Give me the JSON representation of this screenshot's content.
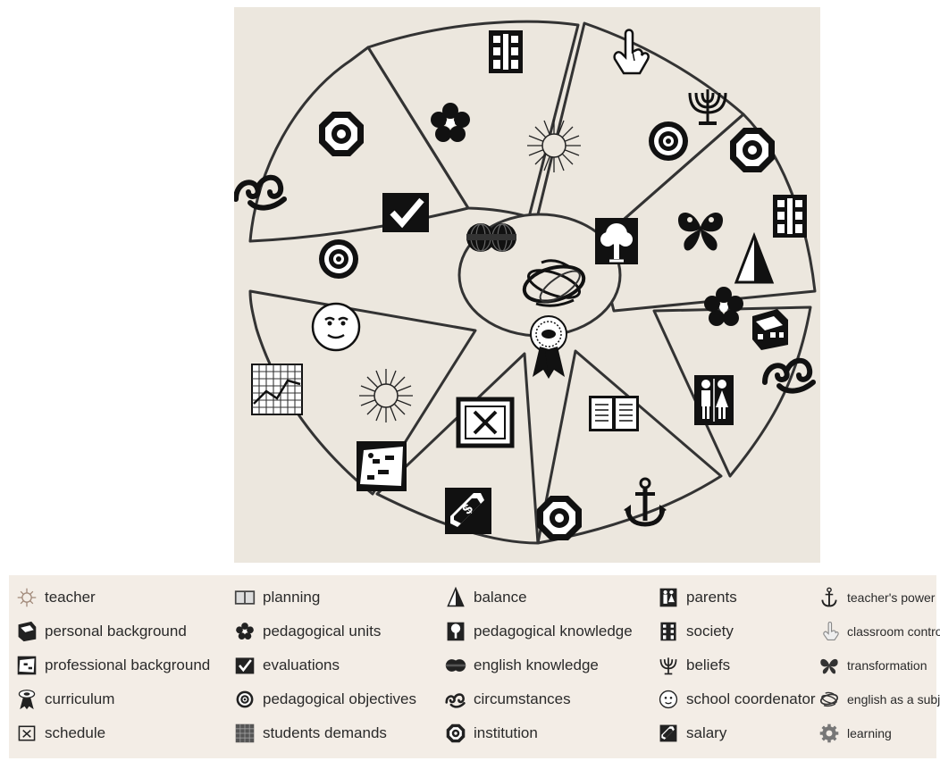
{
  "legend": {
    "columns": [
      [
        {
          "icon": "sun-icon",
          "label": "teacher"
        },
        {
          "icon": "suitcase-icon",
          "label": "personal background"
        },
        {
          "icon": "card-collage-icon",
          "label": "professional background"
        },
        {
          "icon": "rosette-icon",
          "label": "curriculum"
        },
        {
          "icon": "x-box-icon",
          "label": "schedule"
        }
      ],
      [
        {
          "icon": "open-book-icon",
          "label": "planning"
        },
        {
          "icon": "flower-icon",
          "label": "pedagogical units"
        },
        {
          "icon": "checkbox-icon",
          "label": "evaluations"
        },
        {
          "icon": "target-icon",
          "label": "pedagogical objectives"
        },
        {
          "icon": "grid-chart-icon",
          "label": "students demands"
        }
      ],
      [
        {
          "icon": "triangle-icon",
          "label": "balance"
        },
        {
          "icon": "tree-icon",
          "label": "pedagogical knowledge"
        },
        {
          "icon": "double-sphere-icon",
          "label": "english knowledge"
        },
        {
          "icon": "swirl-icon",
          "label": "circumstances"
        },
        {
          "icon": "octagon-target-icon",
          "label": "institution"
        }
      ],
      [
        {
          "icon": "people-icon",
          "label": "parents"
        },
        {
          "icon": "building-icon",
          "label": "society"
        },
        {
          "icon": "candelabra-icon",
          "label": "beliefs"
        },
        {
          "icon": "moon-face-icon",
          "label": "school coordenator"
        },
        {
          "icon": "price-tag-icon",
          "label": "salary"
        }
      ],
      [
        {
          "icon": "anchor-icon",
          "label": "teacher's power"
        },
        {
          "icon": "pointing-hand-icon",
          "label": "classroom control"
        },
        {
          "icon": "butterfly-icon",
          "label": "transformation"
        },
        {
          "icon": "ribbon-icon",
          "label": "english as a subject"
        },
        {
          "icon": "gear-icon",
          "label": "learning"
        }
      ]
    ]
  }
}
